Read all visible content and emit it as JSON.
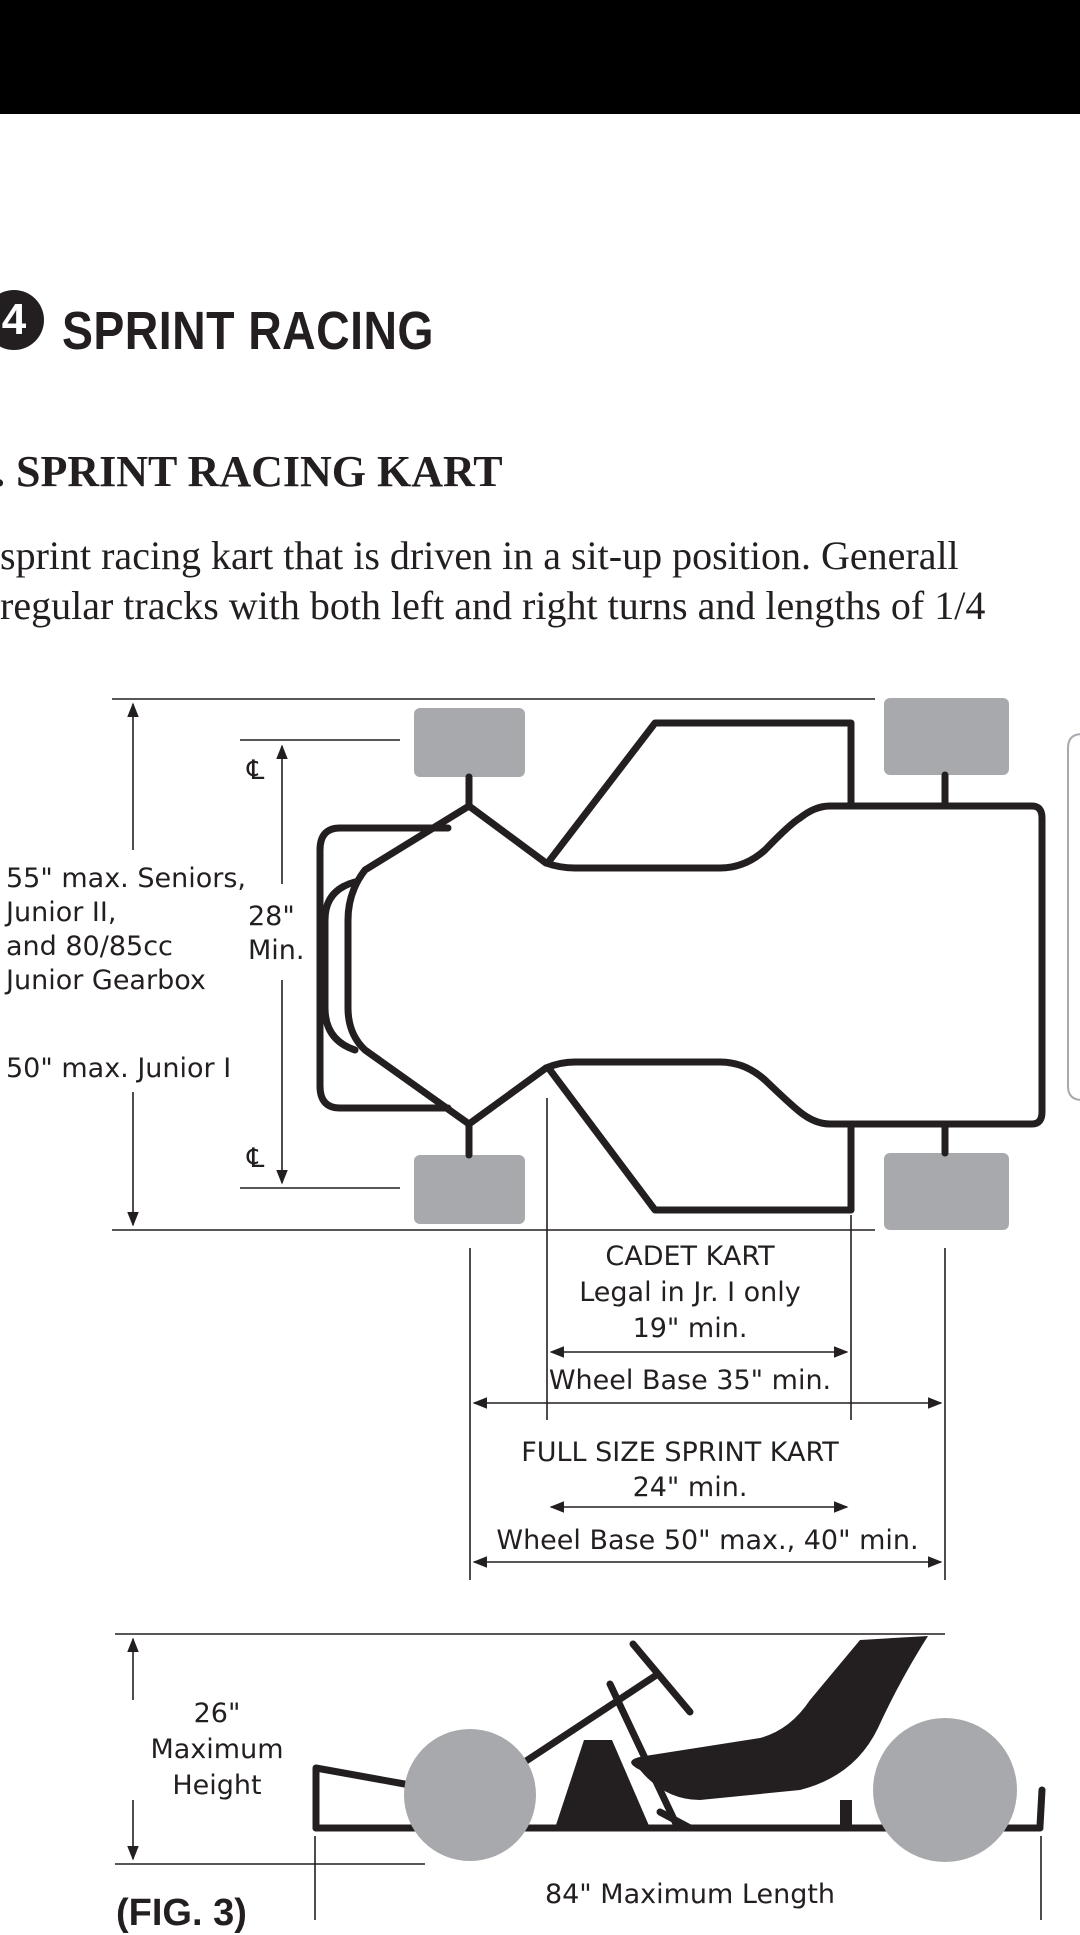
{
  "section": {
    "number": "4",
    "title": "SPRINT RACING"
  },
  "subsection": {
    "title": ". SPRINT RACING KART"
  },
  "paragraph": {
    "line1": "sprint racing kart that is driven in a sit-up position. Generall",
    "line2": "regular tracks with both left and right turns and lengths of 1/4"
  },
  "top_view": {
    "height_senior_lines": [
      "55\" max. Seniors,",
      "Junior II,",
      "and 80/85cc",
      "Junior Gearbox"
    ],
    "height_junior": "50\" max. Junior I",
    "centerline_symbol": "℄",
    "track_width": [
      "28\"",
      "Min."
    ],
    "cadet_lines": [
      "CADET KART",
      "Legal in Jr. I only",
      "19\" min."
    ],
    "cadet_wheelbase": "Wheel Base 35\" min.",
    "full_size_lines": [
      "FULL SIZE SPRINT KART",
      "24\" min."
    ],
    "full_wheelbase": "Wheel Base 50\" max., 40\" min."
  },
  "side_view": {
    "height_lines": [
      "26\"",
      "Maximum",
      "Height"
    ],
    "length": "84\" Maximum Length"
  },
  "figure_label": "(FIG. 3)",
  "colors": {
    "ink": "#231f20",
    "wheel": "#a7a9ac",
    "bar": "#000000"
  }
}
